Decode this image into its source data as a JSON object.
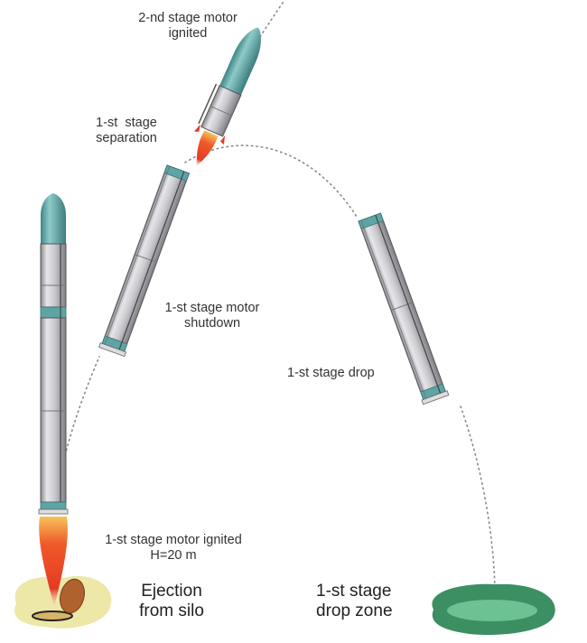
{
  "diagram": {
    "type": "missile launch sequence",
    "labels": {
      "second_stage_ignited": [
        "2-nd stage motor",
        "ignited"
      ],
      "first_stage_separation": [
        "1-st  stage",
        "separation"
      ],
      "first_stage_shutdown": [
        "1-st stage motor",
        "shutdown"
      ],
      "first_stage_drop": "1-st stage drop",
      "first_stage_ignited": [
        "1-st stage motor ignited",
        "H=20 m"
      ],
      "ejection": [
        "Ejection",
        "from silo"
      ],
      "drop_zone": [
        "1-st stage",
        "drop zone"
      ]
    },
    "colors": {
      "nose_cone": "#5fa8a8",
      "body": "#c8c8cc",
      "flame": "#e8412a",
      "silo_ground": "#ede7a8",
      "silo_lid": "#b0622e",
      "drop_zone_outer": "#3b8f62",
      "drop_zone_inner": "#6cc292",
      "trajectory": "#888888"
    }
  }
}
